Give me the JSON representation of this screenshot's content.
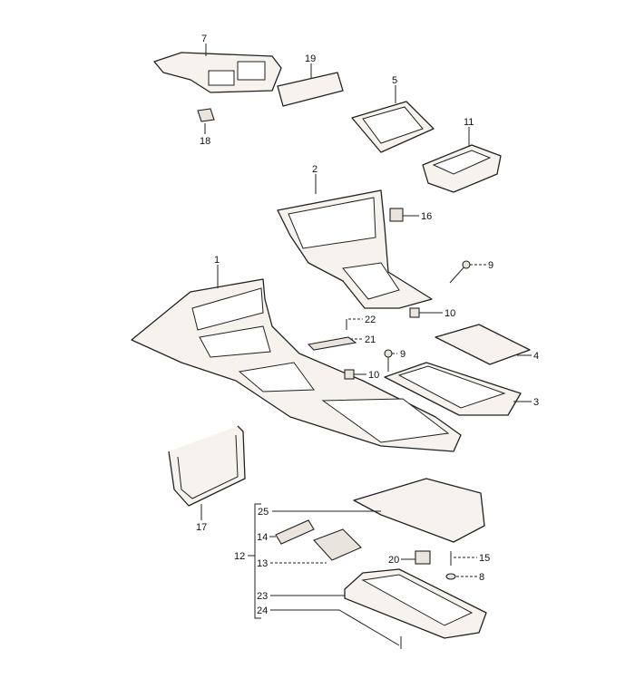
{
  "diagram": {
    "title": "Center console exploded parts diagram",
    "callouts": {
      "p1": "1",
      "p2": "2",
      "p3": "3",
      "p4": "4",
      "p5": "5",
      "p7": "7",
      "p8": "8",
      "p9a": "9",
      "p9b": "9",
      "p10a": "10",
      "p10b": "10",
      "p11": "11",
      "p12": "12",
      "p13": "13",
      "p14": "14",
      "p15": "15",
      "p16": "16",
      "p17": "17",
      "p18": "18",
      "p19": "19",
      "p20": "20",
      "p21": "21",
      "p22": "22",
      "p23": "23",
      "p24": "24",
      "p25": "25"
    }
  }
}
